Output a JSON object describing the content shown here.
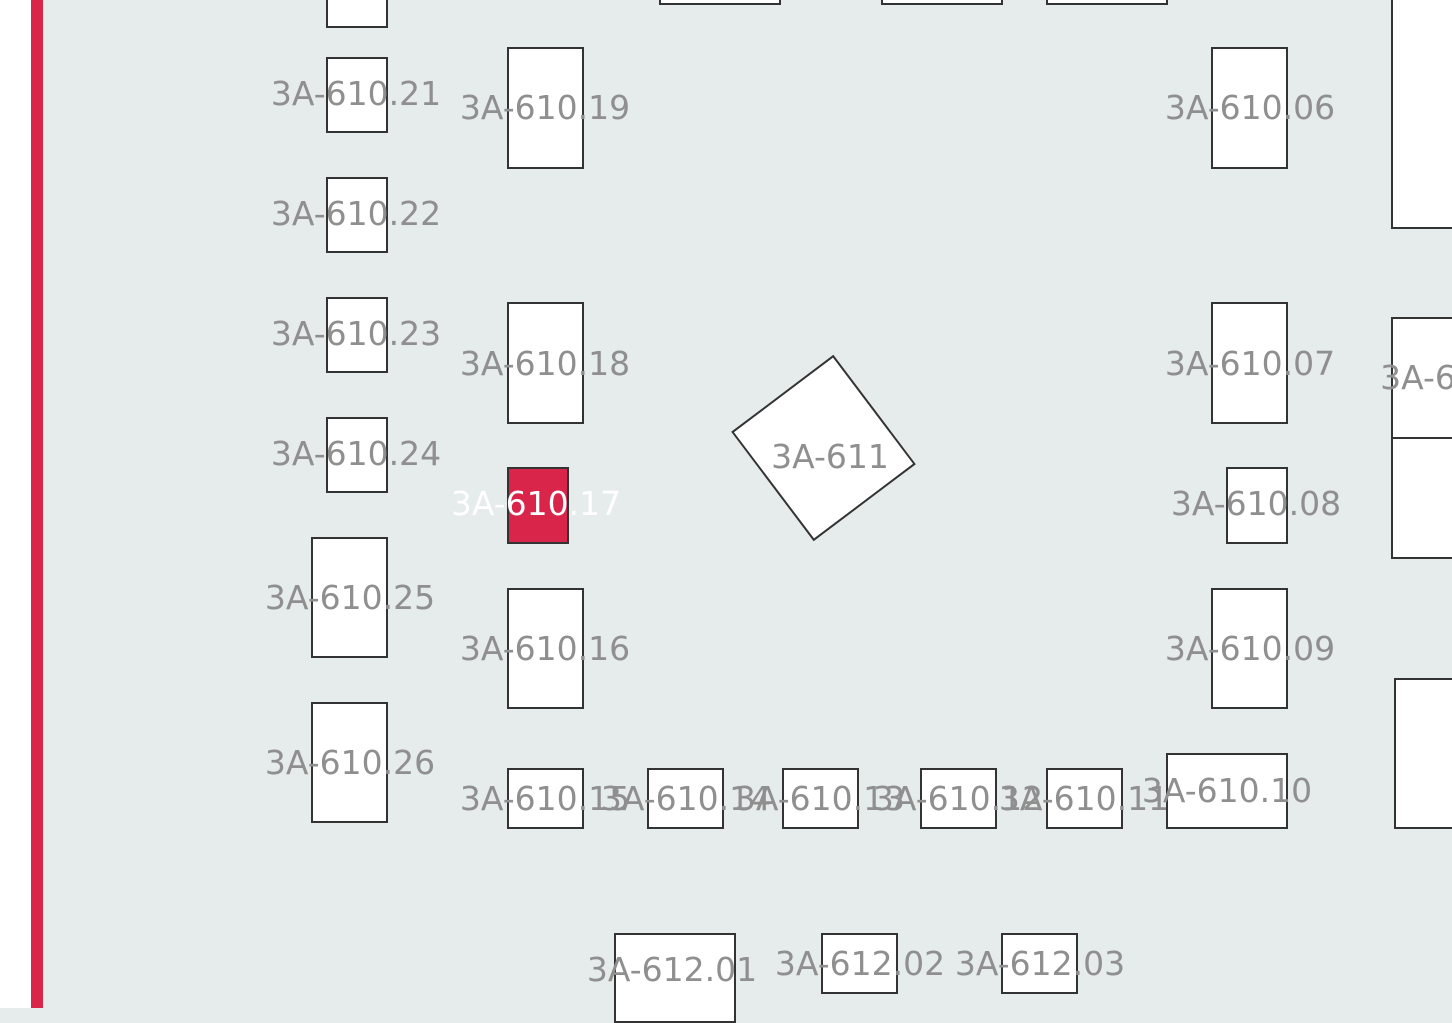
{
  "colors": {
    "background": "#e6ebeb",
    "booth_fill": "#ffffff",
    "booth_border": "#333333",
    "selected": "#d9254a",
    "label": "#8f8f8f",
    "selected_label": "#ffffff"
  },
  "booths": [
    {
      "id": "3A-610.21",
      "label": "3A-610.21"
    },
    {
      "id": "3A-610.19",
      "label": "3A-610.19"
    },
    {
      "id": "3A-610.06",
      "label": "3A-610.06"
    },
    {
      "id": "3A-610.22",
      "label": "3A-610.22"
    },
    {
      "id": "3A-610.23",
      "label": "3A-610.23"
    },
    {
      "id": "3A-610.18",
      "label": "3A-610.18"
    },
    {
      "id": "3A-610.07",
      "label": "3A-610.07"
    },
    {
      "id": "3A-610.24",
      "label": "3A-610.24"
    },
    {
      "id": "3A-610.17",
      "label": "3A-610.17",
      "selected": true
    },
    {
      "id": "3A-611",
      "label": "3A-611"
    },
    {
      "id": "3A-610.08",
      "label": "3A-610.08"
    },
    {
      "id": "3A-610.25",
      "label": "3A-610.25"
    },
    {
      "id": "3A-610.16",
      "label": "3A-610.16"
    },
    {
      "id": "3A-610.09",
      "label": "3A-610.09"
    },
    {
      "id": "3A-610.26",
      "label": "3A-610.26"
    },
    {
      "id": "3A-610.15",
      "label": "3A-610.15"
    },
    {
      "id": "3A-610.14",
      "label": "3A-610.14"
    },
    {
      "id": "3A-610.13",
      "label": "3A-610.13"
    },
    {
      "id": "3A-610.12",
      "label": "3A-610.12"
    },
    {
      "id": "3A-610.11",
      "label": "3A-610.11"
    },
    {
      "id": "3A-610.10",
      "label": "3A-610.10"
    },
    {
      "id": "3A-612.01",
      "label": "3A-612.01"
    },
    {
      "id": "3A-612.02",
      "label": "3A-612.02"
    },
    {
      "id": "3A-612.03",
      "label": "3A-612.03"
    },
    {
      "id": "3A-6",
      "label": "3A-6"
    }
  ]
}
